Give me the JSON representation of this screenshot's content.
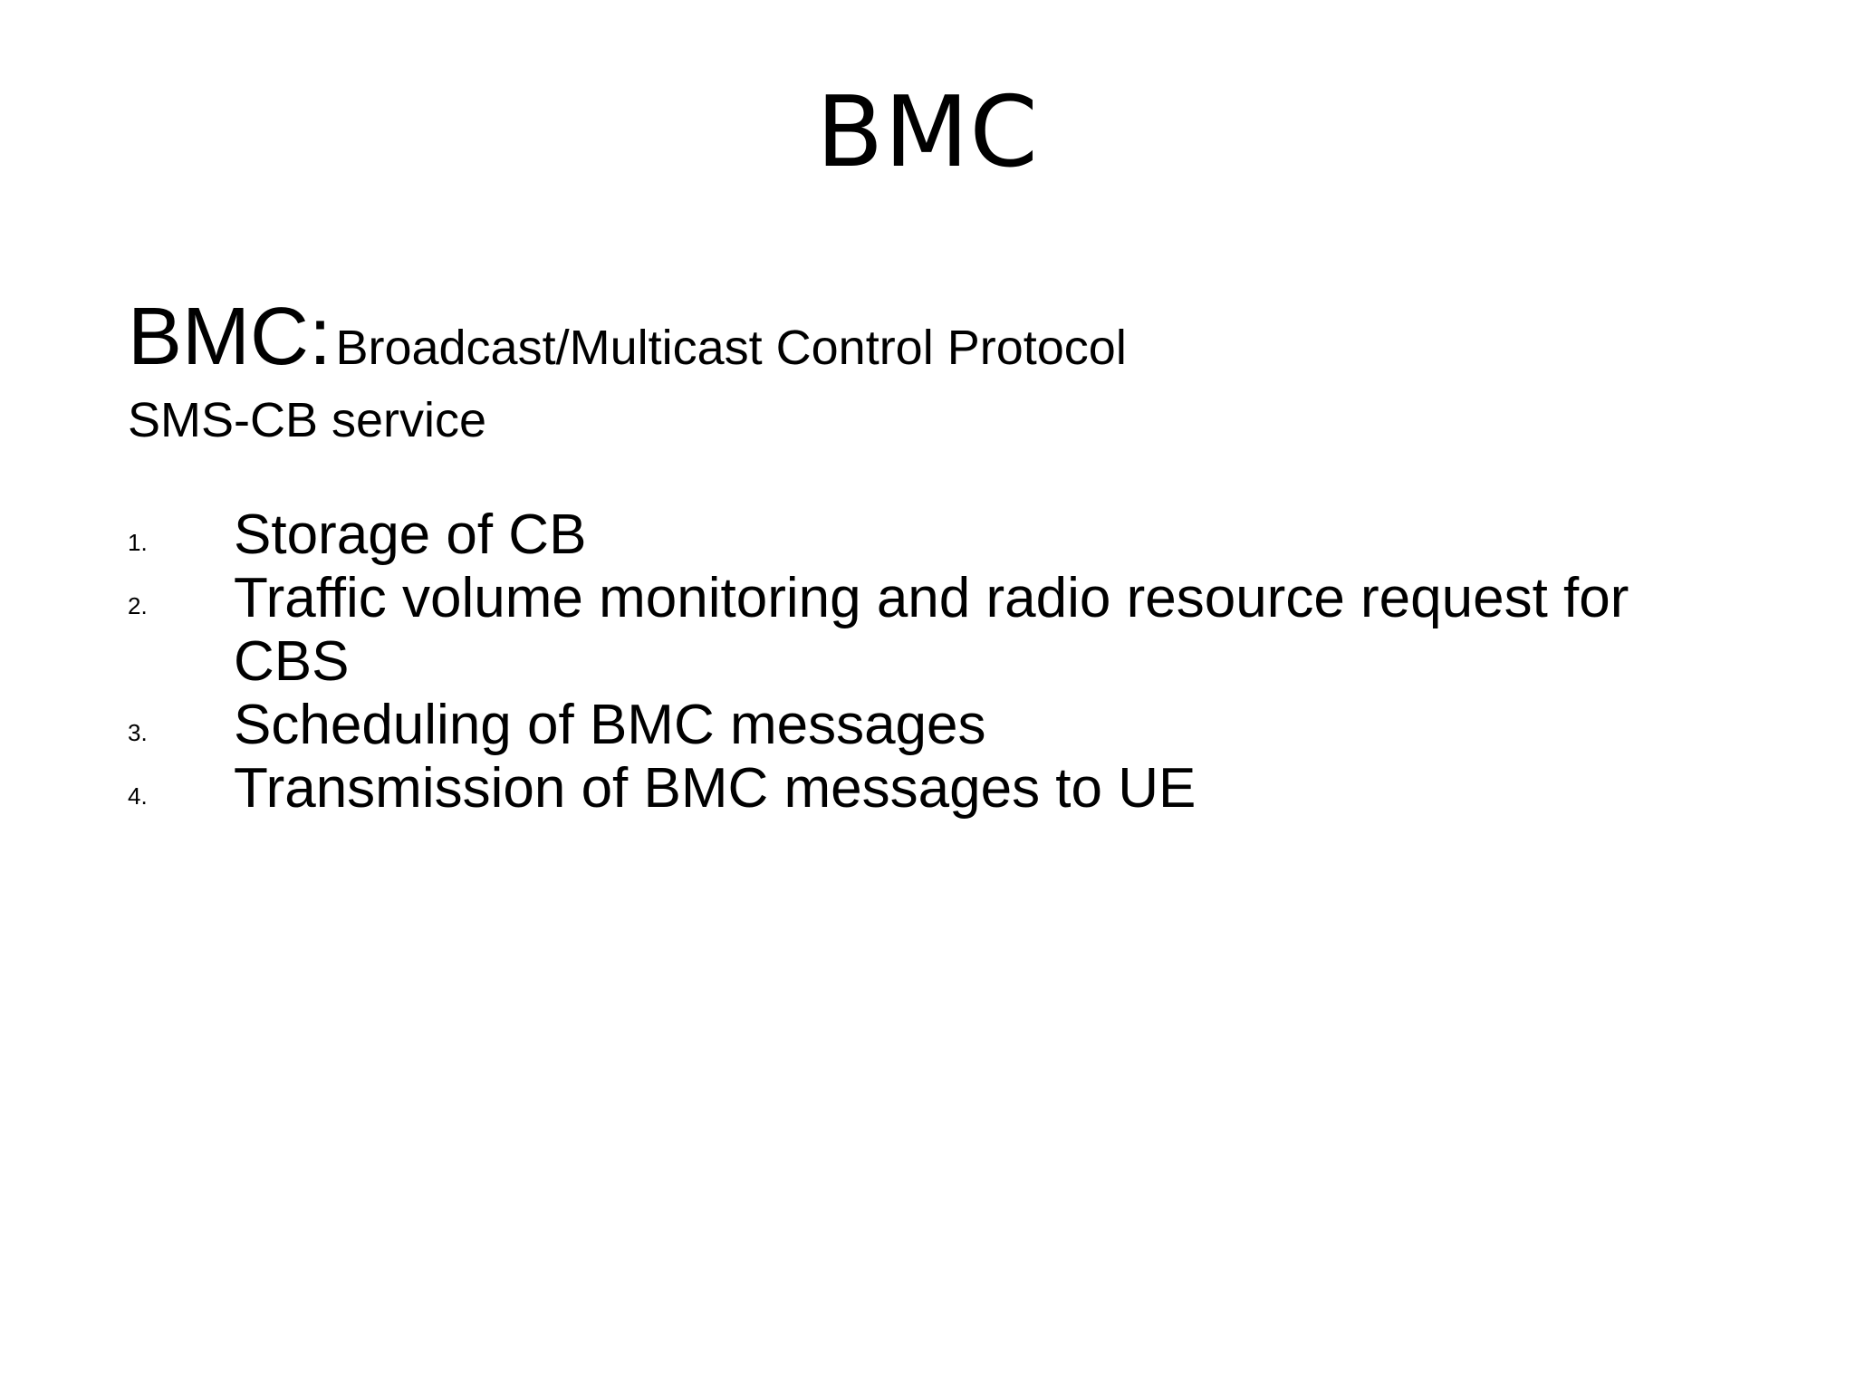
{
  "slide": {
    "title": "BMC",
    "heading": {
      "term": "BMC:",
      "definition": "Broadcast/Multicast Control Protocol"
    },
    "subheading": "SMS-CB service",
    "items": [
      {
        "number": "1.",
        "text": "Storage of CB"
      },
      {
        "number": "2.",
        "text": "Traffic volume monitoring and radio resource request for CBS"
      },
      {
        "number": "3.",
        "text": "Scheduling of BMC messages"
      },
      {
        "number": "4.",
        "text": "Transmission of BMC messages to UE"
      }
    ]
  }
}
